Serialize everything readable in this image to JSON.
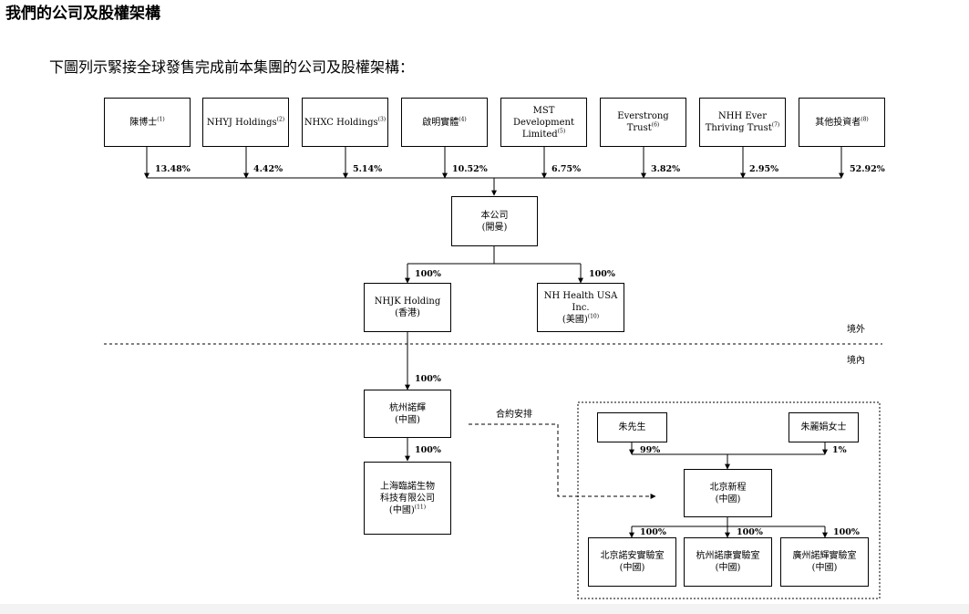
{
  "heading": "我們的公司及股權架構",
  "intro": "下圖列示緊接全球發售完成前本集團的公司及股權架構：",
  "shareholders": [
    {
      "line1": "陳博士",
      "line2": "",
      "note": "(1)",
      "pct": "13.48%"
    },
    {
      "line1": "NHYJ Holdings",
      "line2": "",
      "note": "(2)",
      "pct": "4.42%"
    },
    {
      "line1": "NHXC Holdings",
      "line2": "",
      "note": "(3)",
      "pct": "5.14%"
    },
    {
      "line1": "啟明實體",
      "line2": "",
      "note": "(4)",
      "pct": "10.52%"
    },
    {
      "line1": "MST Development",
      "line2": "Limited",
      "note": "(5)",
      "pct": "6.75%"
    },
    {
      "line1": "Everstrong",
      "line2": "Trust",
      "note": "(6)",
      "pct": "3.82%"
    },
    {
      "line1": "NHH Ever",
      "line2": "Thriving Trust",
      "note": "(7)",
      "pct": "2.95%"
    },
    {
      "line1": "其他投資者",
      "line2": "",
      "note": "(8)",
      "pct": "52.92%"
    }
  ],
  "company": {
    "line1": "本公司",
    "line2": "(開曼)"
  },
  "offshore_subs": [
    {
      "line1": "NHJK Holding",
      "line2": "(香港)",
      "note": "",
      "pct": "100%"
    },
    {
      "line1": "NH Health USA Inc.",
      "line2": "(美國)",
      "note": "(10)",
      "pct": "100%"
    }
  ],
  "offshore_label": "境外",
  "onshore_label": "境內",
  "hz_nuohui": {
    "line1": "杭州諾輝",
    "line2": "(中國)",
    "pct": "100%"
  },
  "sh_sub": {
    "line1": "上海臨諾生物",
    "line2": "科技有限公司",
    "line3": "(中國)",
    "note": "(11)",
    "pct": "100%"
  },
  "contract_label": "合約安排",
  "vie": {
    "mr_zhu": "朱先生",
    "ms_zhu": "朱麗娟女士",
    "mr_pct": "99%",
    "ms_pct": "1%",
    "bj": {
      "line1": "北京新程",
      "line2": "(中國)"
    },
    "labs": [
      {
        "line1": "北京諾安實驗室",
        "line2": "(中國)",
        "pct": "100%"
      },
      {
        "line1": "杭州諾康實驗室",
        "line2": "(中國)",
        "pct": "100%"
      },
      {
        "line1": "廣州諾輝實驗室",
        "line2": "(中國)",
        "pct": "100%"
      }
    ]
  }
}
